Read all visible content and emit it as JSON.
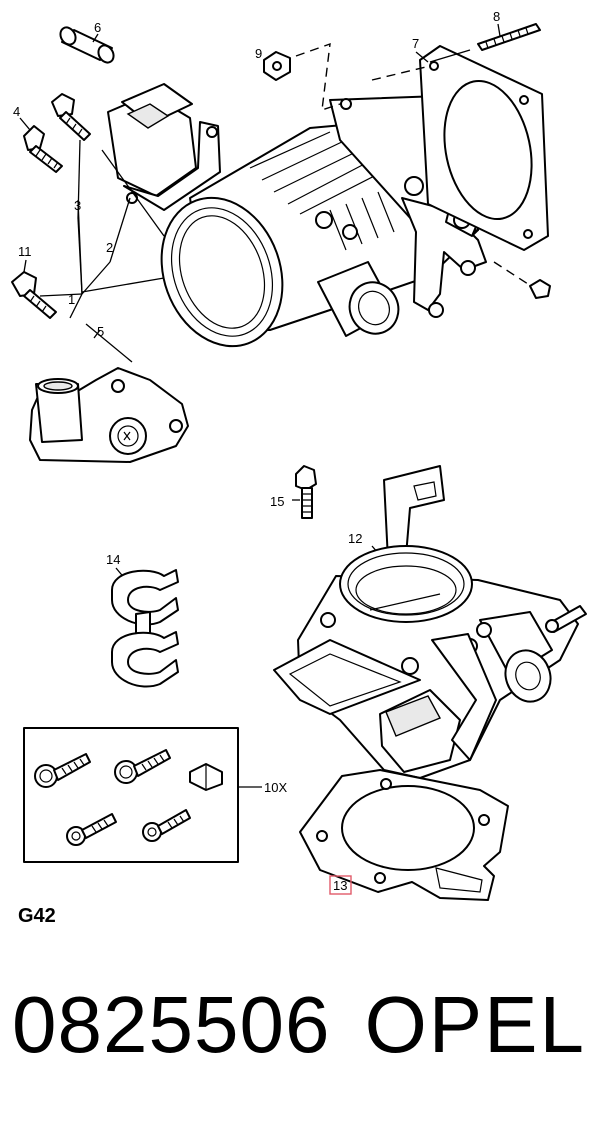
{
  "diagram": {
    "callouts": {
      "c1": "1",
      "c2": "2",
      "c3": "3",
      "c4": "4",
      "c5": "5",
      "c6": "6",
      "c7": "7",
      "c8": "8",
      "c9": "9",
      "c10": "10X",
      "c11": "11",
      "c12": "12",
      "c13": "13",
      "c14": "14",
      "c15": "15"
    },
    "highlighted_callout": "13",
    "highlight_color": "#e05a6a"
  },
  "footer": {
    "page_code": "G42",
    "part_number": "0825506",
    "brand": "OPEL"
  }
}
